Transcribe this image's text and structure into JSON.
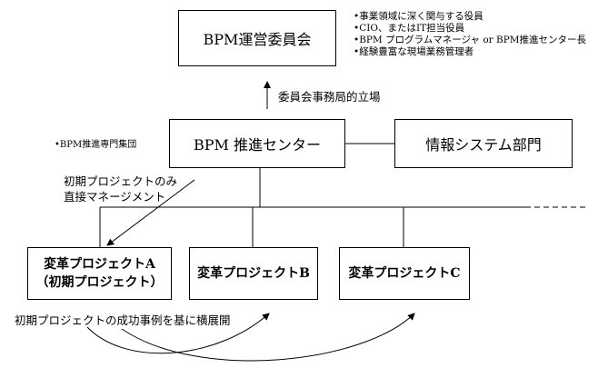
{
  "committee": {
    "title": "BPM運営委員会",
    "members": [
      "•事業領域に深く関与する役員",
      "•CIO、またはIT担当役員",
      "•BPM プログラムマネージャ or BPM推進センター長",
      "•経験豊富な現場業務管理者"
    ]
  },
  "secretariat_label": "委員会事務局的立場",
  "center": {
    "title": "BPM 推進センター",
    "note": "•BPM推進専門集団"
  },
  "it_dept": {
    "title": "情報システム部門"
  },
  "initial_note": {
    "line1": "初期プロジェクトのみ",
    "line2": "直接マネージメント"
  },
  "projects": [
    {
      "line1": "変革プロジェクトA",
      "line2": "（初期プロジェクト）"
    },
    {
      "line1": "変革プロジェクトB"
    },
    {
      "line1": "変革プロジェクトC"
    }
  ],
  "rollout_label": "初期プロジェクトの成功事例を基に横展開"
}
